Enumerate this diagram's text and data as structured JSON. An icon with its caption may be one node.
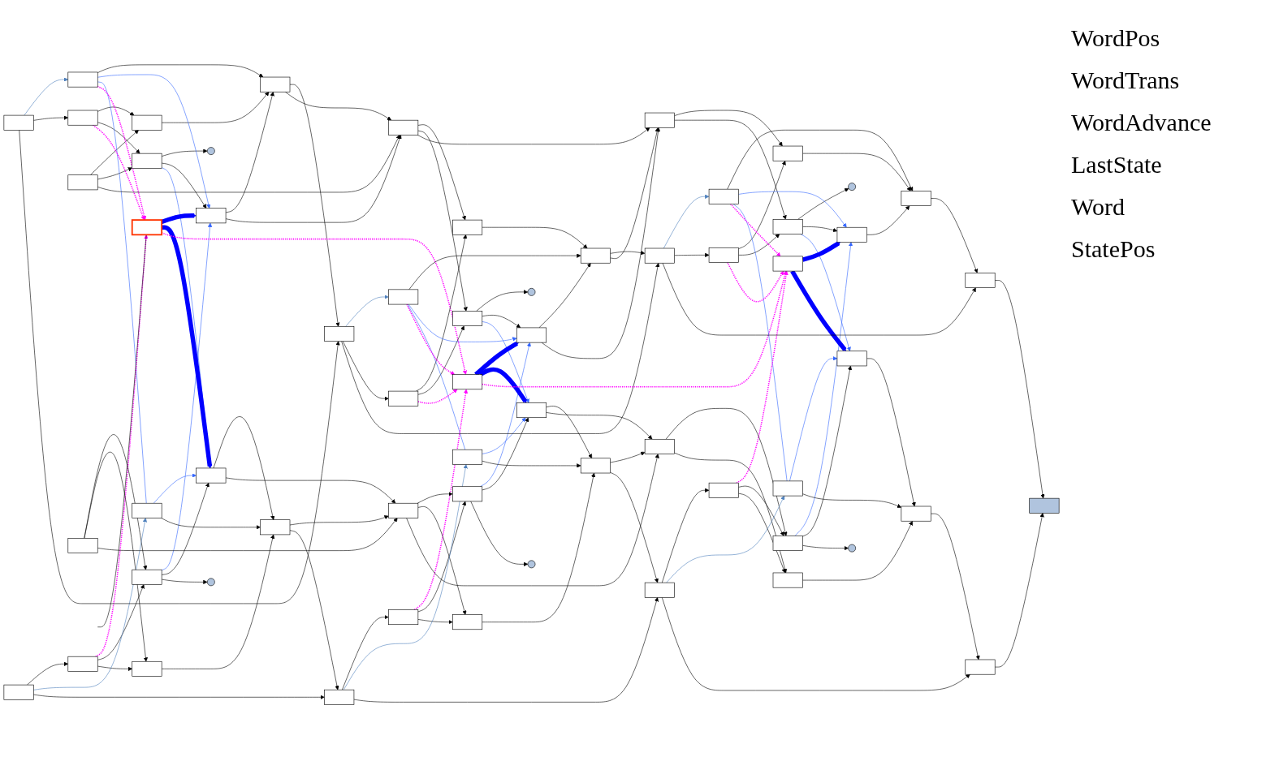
{
  "diagram": {
    "nodes": [
      {
        "text": [],
        "shape": "box"
      },
      {
        "text": [],
        "shape": "box"
      },
      {
        "text": [],
        "shape": "box"
      },
      {
        "text": [],
        "shape": "box"
      },
      {
        "text": [],
        "shape": "box"
      },
      {
        "text": [],
        "shape": "box"
      },
      {
        "text": [],
        "shape": "box"
      },
      {
        "text": [],
        "shape": "box"
      },
      {
        "text": [],
        "shape": "circle"
      },
      {
        "text": [],
        "shape": "circle"
      },
      {
        "text": [],
        "shape": "box"
      },
      {
        "text": [],
        "shape": "box"
      },
      {
        "text": [],
        "shape": "box"
      },
      {
        "text": [],
        "shape": "box"
      },
      {
        "text": [],
        "shape": "box"
      },
      {
        "text": [],
        "shape": "box"
      },
      {
        "text": [],
        "shape": "box"
      },
      {
        "text": [],
        "shape": "box"
      },
      {
        "text": [],
        "shape": "box"
      },
      {
        "text": [],
        "shape": "box"
      },
      {
        "text": [],
        "shape": "box"
      },
      {
        "text": [],
        "shape": "box"
      },
      {
        "text": [],
        "shape": "box"
      },
      {
        "text": [],
        "shape": "box"
      },
      {
        "text": [],
        "shape": "box"
      },
      {
        "text": [],
        "shape": "box"
      },
      {
        "text": [],
        "shape": "box"
      },
      {
        "text": [],
        "shape": "circle"
      },
      {
        "text": [],
        "shape": "circle"
      },
      {
        "text": [],
        "shape": "box"
      },
      {
        "text": [],
        "shape": "box"
      },
      {
        "text": [],
        "shape": "box"
      },
      {
        "text": [],
        "shape": "box"
      },
      {
        "text": [],
        "shape": "box"
      },
      {
        "text": [],
        "shape": "box"
      },
      {
        "text": [],
        "shape": "box"
      },
      {
        "text": [],
        "shape": "box"
      },
      {
        "text": [],
        "shape": "box"
      },
      {
        "text": [],
        "shape": "box"
      },
      {
        "text": [],
        "shape": "box"
      },
      {
        "text": [],
        "shape": "box"
      },
      {
        "text": [],
        "shape": "box"
      },
      {
        "text": [],
        "shape": "box"
      },
      {
        "text": [],
        "shape": "box"
      },
      {
        "text": [],
        "shape": "box"
      },
      {
        "text": [],
        "shape": "box"
      },
      {
        "text": [],
        "shape": "circle"
      },
      {
        "text": [],
        "shape": "circle"
      },
      {
        "text": [],
        "shape": "box"
      },
      {
        "text": [],
        "shape": "box"
      },
      {
        "text": [],
        "shape": "box"
      },
      {
        "text": [],
        "shape": "box"
      },
      {
        "text": [],
        "shape": "box"
      },
      {
        "text": [],
        "shape": "box"
      },
      {
        "text": [],
        "shape": "box"
      },
      {
        "text": [],
        "shape": "box"
      },
      {
        "text": [],
        "shape": "box"
      },
      {
        "text": [],
        "shape": "box"
      },
      {
        "text": [],
        "shape": "box"
      },
      {
        "text": [],
        "shape": "box"
      }
    ],
    "edges": [
      {
        "from": 0,
        "to": 1,
        "arrow": "to",
        "color": "#4f81bd"
      },
      {
        "from": 0,
        "to": 3,
        "arrow": "to"
      },
      {
        "from": 1,
        "to": 2,
        "arrow": "to"
      },
      {
        "from": 3,
        "to": 4,
        "arrow": "to"
      },
      {
        "from": 5,
        "to": 4,
        "arrow": "to"
      },
      {
        "from": 4,
        "to": 2,
        "arrow": "to"
      },
      {
        "from": 6,
        "to": 2,
        "arrow": "to"
      },
      {
        "from": 3,
        "to": 7,
        "arrow": "to"
      },
      {
        "from": 5,
        "to": 7,
        "arrow": "to"
      },
      {
        "from": 7,
        "to": 8,
        "arrow": "to"
      },
      {
        "from": 7,
        "to": 6,
        "arrow": "to"
      },
      {
        "from": 1,
        "to": 6,
        "arrow": "to",
        "color": "#3366ff"
      },
      {
        "from": 11,
        "to": 6,
        "arrow": "to",
        "color": "#3366ff"
      },
      {
        "from": 7,
        "to": 12,
        "arrow": "to",
        "color": "#3366ff"
      },
      {
        "from": 1,
        "to": 16,
        "arrow": "none",
        "color": "#3366ff"
      },
      {
        "from": 16,
        "to": 12,
        "arrow": "to",
        "color": "#3366ff"
      },
      {
        "from": 11,
        "to": 12,
        "arrow": "to"
      },
      {
        "from": 10,
        "to": 6,
        "arrow": "to",
        "style": "thick",
        "color": "#0000ff"
      },
      {
        "from": 10,
        "to": 12,
        "arrow": "to",
        "style": "thick",
        "color": "#0000ff"
      },
      {
        "from": 1,
        "to": 10,
        "arrow": "to",
        "style": "dashed",
        "color": "#ff00ff"
      },
      {
        "from": 3,
        "to": 10,
        "arrow": "to",
        "style": "dashed",
        "color": "#ff00ff"
      },
      {
        "from": 14,
        "to": 10,
        "arrow": "to",
        "style": "dashed",
        "color": "#ff00ff"
      },
      {
        "from": 11,
        "to": 9,
        "arrow": "to"
      },
      {
        "from": 13,
        "to": 11,
        "arrow": "to"
      },
      {
        "from": 14,
        "to": 11,
        "arrow": "to"
      },
      {
        "from": 18,
        "to": 14,
        "arrow": "to"
      },
      {
        "from": 13,
        "to": 15,
        "arrow": "to"
      },
      {
        "from": 14,
        "to": 15,
        "arrow": "to"
      },
      {
        "from": 15,
        "to": 17,
        "arrow": "to"
      },
      {
        "from": 12,
        "to": 17,
        "arrow": "to"
      },
      {
        "from": 16,
        "to": 17,
        "arrow": "to"
      },
      {
        "from": 18,
        "to": 16,
        "arrow": "to",
        "color": "#4f81bd"
      },
      {
        "from": 0,
        "to": 19,
        "arrow": "to"
      },
      {
        "from": 2,
        "to": 19,
        "arrow": "to"
      },
      {
        "from": 5,
        "to": 24,
        "arrow": "to"
      },
      {
        "from": 2,
        "to": 24,
        "arrow": "to"
      },
      {
        "from": 6,
        "to": 24,
        "arrow": "to"
      },
      {
        "from": 10,
        "to": 29,
        "arrow": "to",
        "style": "dashed",
        "color": "#ff00ff"
      },
      {
        "from": 13,
        "to": 32,
        "arrow": "to"
      },
      {
        "from": 12,
        "to": 32,
        "arrow": "to"
      },
      {
        "from": 17,
        "to": 32,
        "arrow": "to"
      },
      {
        "from": 18,
        "to": 37,
        "arrow": "to"
      },
      {
        "from": 17,
        "to": 37,
        "arrow": "to"
      },
      {
        "from": 19,
        "to": 20,
        "arrow": "to",
        "color": "#4f81bd"
      },
      {
        "from": 19,
        "to": 22,
        "arrow": "to"
      },
      {
        "from": 20,
        "to": 21,
        "arrow": "to"
      },
      {
        "from": 22,
        "to": 23,
        "arrow": "to"
      },
      {
        "from": 24,
        "to": 23,
        "arrow": "to"
      },
      {
        "from": 23,
        "to": 21,
        "arrow": "to"
      },
      {
        "from": 25,
        "to": 21,
        "arrow": "to"
      },
      {
        "from": 22,
        "to": 26,
        "arrow": "to"
      },
      {
        "from": 24,
        "to": 26,
        "arrow": "to"
      },
      {
        "from": 26,
        "to": 27,
        "arrow": "to"
      },
      {
        "from": 26,
        "to": 25,
        "arrow": "to"
      },
      {
        "from": 20,
        "to": 25,
        "arrow": "to",
        "color": "#3366ff"
      },
      {
        "from": 30,
        "to": 25,
        "arrow": "to",
        "color": "#3366ff"
      },
      {
        "from": 26,
        "to": 31,
        "arrow": "to",
        "color": "#3366ff"
      },
      {
        "from": 20,
        "to": 35,
        "arrow": "none",
        "color": "#3366ff"
      },
      {
        "from": 35,
        "to": 31,
        "arrow": "to",
        "color": "#3366ff"
      },
      {
        "from": 30,
        "to": 31,
        "arrow": "to"
      },
      {
        "from": 29,
        "to": 25,
        "arrow": "to",
        "style": "thick",
        "color": "#0000ff"
      },
      {
        "from": 29,
        "to": 31,
        "arrow": "to",
        "style": "thick",
        "color": "#0000ff"
      },
      {
        "from": 20,
        "to": 29,
        "arrow": "to",
        "style": "dashed",
        "color": "#ff00ff"
      },
      {
        "from": 22,
        "to": 29,
        "arrow": "to",
        "style": "dashed",
        "color": "#ff00ff"
      },
      {
        "from": 33,
        "to": 29,
        "arrow": "to",
        "style": "dashed",
        "color": "#ff00ff"
      },
      {
        "from": 30,
        "to": 28,
        "arrow": "to"
      },
      {
        "from": 32,
        "to": 30,
        "arrow": "to"
      },
      {
        "from": 33,
        "to": 30,
        "arrow": "to"
      },
      {
        "from": 37,
        "to": 33,
        "arrow": "to"
      },
      {
        "from": 32,
        "to": 34,
        "arrow": "to"
      },
      {
        "from": 33,
        "to": 34,
        "arrow": "to"
      },
      {
        "from": 34,
        "to": 36,
        "arrow": "to"
      },
      {
        "from": 31,
        "to": 36,
        "arrow": "to"
      },
      {
        "from": 35,
        "to": 36,
        "arrow": "to"
      },
      {
        "from": 37,
        "to": 35,
        "arrow": "to",
        "color": "#4f81bd"
      },
      {
        "from": 19,
        "to": 38,
        "arrow": "to"
      },
      {
        "from": 21,
        "to": 38,
        "arrow": "to"
      },
      {
        "from": 24,
        "to": 43,
        "arrow": "to"
      },
      {
        "from": 21,
        "to": 43,
        "arrow": "to"
      },
      {
        "from": 25,
        "to": 43,
        "arrow": "to"
      },
      {
        "from": 29,
        "to": 48,
        "arrow": "to",
        "style": "dashed",
        "color": "#ff00ff"
      },
      {
        "from": 32,
        "to": 51,
        "arrow": "to"
      },
      {
        "from": 31,
        "to": 51,
        "arrow": "to"
      },
      {
        "from": 36,
        "to": 51,
        "arrow": "to"
      },
      {
        "from": 37,
        "to": 56,
        "arrow": "to"
      },
      {
        "from": 36,
        "to": 56,
        "arrow": "to"
      },
      {
        "from": 38,
        "to": 39,
        "arrow": "to",
        "color": "#4f81bd"
      },
      {
        "from": 38,
        "to": 41,
        "arrow": "to"
      },
      {
        "from": 39,
        "to": 40,
        "arrow": "to"
      },
      {
        "from": 41,
        "to": 42,
        "arrow": "to"
      },
      {
        "from": 43,
        "to": 42,
        "arrow": "to"
      },
      {
        "from": 42,
        "to": 40,
        "arrow": "to"
      },
      {
        "from": 44,
        "to": 40,
        "arrow": "to"
      },
      {
        "from": 41,
        "to": 45,
        "arrow": "to"
      },
      {
        "from": 43,
        "to": 45,
        "arrow": "to"
      },
      {
        "from": 45,
        "to": 46,
        "arrow": "to"
      },
      {
        "from": 45,
        "to": 44,
        "arrow": "to"
      },
      {
        "from": 39,
        "to": 44,
        "arrow": "to",
        "color": "#3366ff"
      },
      {
        "from": 49,
        "to": 44,
        "arrow": "to",
        "color": "#3366ff"
      },
      {
        "from": 45,
        "to": 50,
        "arrow": "to",
        "color": "#3366ff"
      },
      {
        "from": 39,
        "to": 54,
        "arrow": "none",
        "color": "#3366ff"
      },
      {
        "from": 54,
        "to": 50,
        "arrow": "to",
        "color": "#3366ff"
      },
      {
        "from": 49,
        "to": 50,
        "arrow": "to"
      },
      {
        "from": 48,
        "to": 44,
        "arrow": "to",
        "style": "thick",
        "color": "#0000ff"
      },
      {
        "from": 48,
        "to": 50,
        "arrow": "to",
        "style": "thick",
        "color": "#0000ff"
      },
      {
        "from": 39,
        "to": 48,
        "arrow": "to",
        "style": "dashed",
        "color": "#ff00ff"
      },
      {
        "from": 41,
        "to": 48,
        "arrow": "to",
        "style": "dashed",
        "color": "#ff00ff"
      },
      {
        "from": 52,
        "to": 48,
        "arrow": "to",
        "style": "dashed",
        "color": "#ff00ff"
      },
      {
        "from": 49,
        "to": 47,
        "arrow": "to"
      },
      {
        "from": 51,
        "to": 49,
        "arrow": "to"
      },
      {
        "from": 52,
        "to": 49,
        "arrow": "to"
      },
      {
        "from": 56,
        "to": 52,
        "arrow": "to"
      },
      {
        "from": 51,
        "to": 53,
        "arrow": "to"
      },
      {
        "from": 52,
        "to": 53,
        "arrow": "to"
      },
      {
        "from": 53,
        "to": 55,
        "arrow": "to"
      },
      {
        "from": 50,
        "to": 55,
        "arrow": "to"
      },
      {
        "from": 54,
        "to": 55,
        "arrow": "to"
      },
      {
        "from": 56,
        "to": 54,
        "arrow": "to",
        "color": "#4f81bd"
      },
      {
        "from": 38,
        "to": 57,
        "arrow": "to"
      },
      {
        "from": 40,
        "to": 57,
        "arrow": "to"
      },
      {
        "from": 55,
        "to": 59,
        "arrow": "to"
      },
      {
        "from": 56,
        "to": 59,
        "arrow": "to"
      },
      {
        "from": 57,
        "to": 58,
        "arrow": "to"
      },
      {
        "from": 59,
        "to": 58,
        "arrow": "to"
      },
      {
        "from": null,
        "to": 10,
        "arrow": "none"
      }
    ],
    "labels": [
      "WordPos",
      "WordTrans",
      "WordAdvance",
      "LastState",
      "Word",
      "StatePos"
    ]
  }
}
